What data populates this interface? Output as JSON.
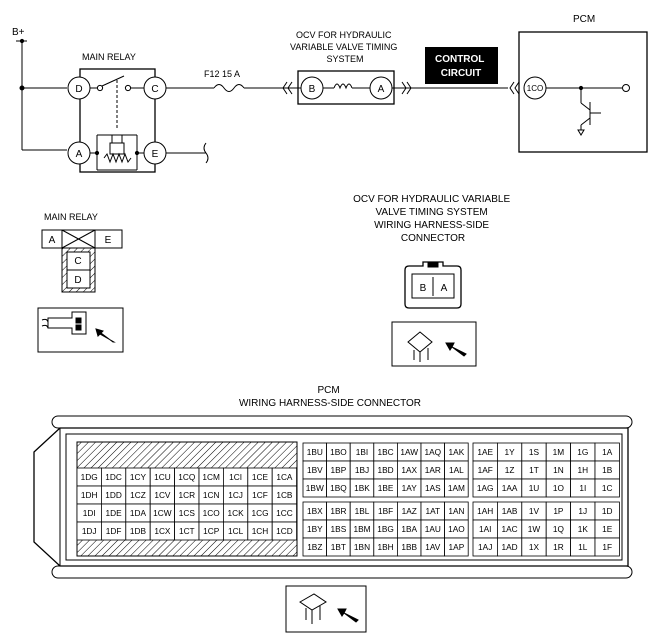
{
  "schematic": {
    "power_label": "B+",
    "main_relay_title": "MAIN RELAY",
    "relay_terminals": {
      "d": "D",
      "c": "C",
      "a": "A",
      "e": "E"
    },
    "fuse_label": "F12 15 A",
    "ocv_title_lines": [
      "OCV FOR HYDRAULIC",
      "VARIABLE VALVE TIMING",
      "SYSTEM"
    ],
    "ocv_terminals": {
      "b": "B",
      "a": "A"
    },
    "control_circuit_lines": [
      "CONTROL",
      "CIRCUIT"
    ],
    "pcm_title": "PCM",
    "pcm_terminal": "1CO"
  },
  "relay_connector": {
    "title": "MAIN RELAY",
    "row1": [
      "A",
      "E"
    ],
    "row2": [
      "C"
    ],
    "row3": [
      "D"
    ]
  },
  "ocv_connector": {
    "title_lines": [
      "OCV FOR HYDRAULIC VARIABLE",
      "VALVE TIMING SYSTEM",
      "WIRING HARNESS-SIDE",
      "CONNECTOR"
    ],
    "terminals": [
      "B",
      "A"
    ]
  },
  "pcm_connector": {
    "title_lines": [
      "PCM",
      "WIRING HARNESS-SIDE CONNECTOR"
    ],
    "block_left": [
      [
        "1DG",
        "1DC",
        "1CY",
        "1CU",
        "1CQ",
        "1CM",
        "1CI",
        "1CE",
        "1CA"
      ],
      [
        "1DH",
        "1DD",
        "1CZ",
        "1CV",
        "1CR",
        "1CN",
        "1CJ",
        "1CF",
        "1CB"
      ],
      [
        "1DI",
        "1DE",
        "1DA",
        "1CW",
        "1CS",
        "1CO",
        "1CK",
        "1CG",
        "1CC"
      ],
      [
        "1DJ",
        "1DF",
        "1DB",
        "1CX",
        "1CT",
        "1CP",
        "1CL",
        "1CH",
        "1CD"
      ]
    ],
    "block_middle": [
      [
        "1BU",
        "1BO",
        "1BI",
        "1BC",
        "1AW",
        "1AQ",
        "1AK"
      ],
      [
        "1BV",
        "1BP",
        "1BJ",
        "1BD",
        "1AX",
        "1AR",
        "1AL"
      ],
      [
        "1BW",
        "1BQ",
        "1BK",
        "1BE",
        "1AY",
        "1AS",
        "1AM"
      ],
      [
        "1BX",
        "1BR",
        "1BL",
        "1BF",
        "1AZ",
        "1AT",
        "1AN"
      ],
      [
        "1BY",
        "1BS",
        "1BM",
        "1BG",
        "1BA",
        "1AU",
        "1AO"
      ],
      [
        "1BZ",
        "1BT",
        "1BN",
        "1BH",
        "1BB",
        "1AV",
        "1AP"
      ]
    ],
    "block_right": [
      [
        "1AE",
        "1Y",
        "1S",
        "1M",
        "1G",
        "1A"
      ],
      [
        "1AF",
        "1Z",
        "1T",
        "1N",
        "1H",
        "1B"
      ],
      [
        "1AG",
        "1AA",
        "1U",
        "1O",
        "1I",
        "1C"
      ],
      [
        "1AH",
        "1AB",
        "1V",
        "1P",
        "1J",
        "1D"
      ],
      [
        "1AI",
        "1AC",
        "1W",
        "1Q",
        "1K",
        "1E"
      ],
      [
        "1AJ",
        "1AD",
        "1X",
        "1R",
        "1L",
        "1F"
      ]
    ]
  }
}
